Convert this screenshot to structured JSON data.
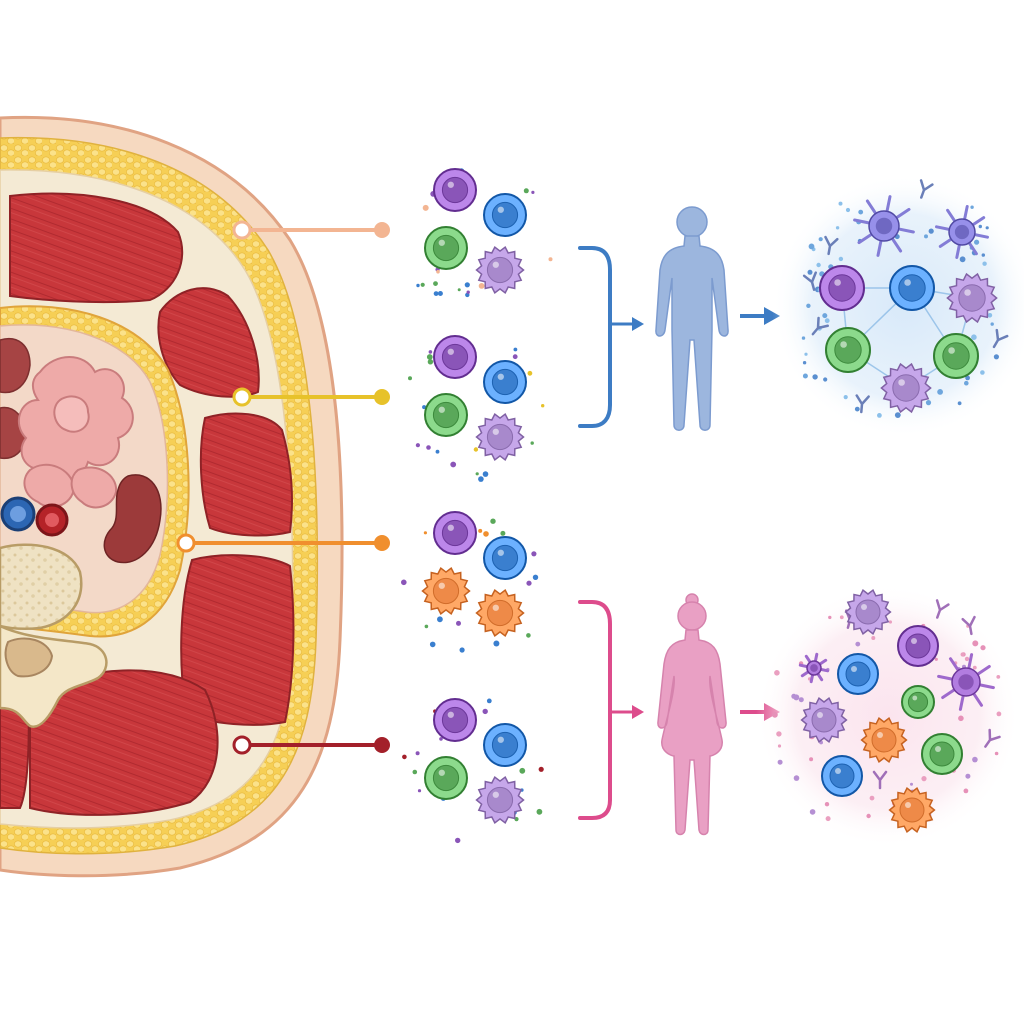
{
  "colors": {
    "background": "#ffffff",
    "skin": "#f6d9c0",
    "skin_outline": "#e0a383",
    "subcutaneous_fat": "#f6cf55",
    "fat_droplet": "#fbe48a",
    "muscle": "#c8373b",
    "muscle_dark": "#a8282d",
    "fascia": "#f4ead4",
    "intestine": "#eeaaa8",
    "kidney": "#9c3a3a",
    "liver": "#a64444",
    "vein": "#2c66b3",
    "artery": "#b52328",
    "bone": "#efe2c3",
    "bone_spongy": "#e5d4aa",
    "disc": "#d9b98c",
    "connector_skin": "#f3b592",
    "connector_subcutaneous": "#e7c22a",
    "connector_visceral": "#f08f2e",
    "connector_muscle": "#a3202a",
    "cell_purple": "#8a55b8",
    "cell_blue": "#3a7fcf",
    "cell_green": "#5aa85a",
    "cell_lavender": "#a889cc",
    "cell_orange": "#ee8a48",
    "male_accent": "#3d7cc4",
    "male_figure": "#9cb6de",
    "female_accent": "#dd4c8c",
    "female_figure": "#e9a0c4",
    "cloud_blue": "#cfe3f7",
    "cloud_pink": "#f9dbe8"
  },
  "cross_section": {
    "description_icon": "abdominal-cross-section",
    "tissue_layers": [
      "skin",
      "subcutaneous-fat",
      "visceral-fat",
      "skeletal-muscle"
    ]
  },
  "rows": [
    {
      "tissue": "skin",
      "connector_color": "#f3b592",
      "cells": [
        "cell_purple",
        "cell_blue",
        "cell_green",
        "cell_lavender"
      ]
    },
    {
      "tissue": "subcutaneous-fat",
      "connector_color": "#e7c22a",
      "cells": [
        "cell_purple",
        "cell_blue",
        "cell_green",
        "cell_lavender"
      ]
    },
    {
      "tissue": "visceral-fat",
      "connector_color": "#f08f2e",
      "cells": [
        "cell_purple",
        "cell_blue",
        "cell_orange",
        "cell_orange"
      ]
    },
    {
      "tissue": "skeletal-muscle",
      "connector_color": "#a3202a",
      "cells": [
        "cell_purple",
        "cell_blue",
        "cell_green",
        "cell_lavender"
      ]
    }
  ],
  "groups": [
    {
      "sex": "male",
      "icon": "male-body-icon",
      "accent": "#3d7cc4",
      "figure": "#9cb6de",
      "cloud": "#cfe3f7",
      "cloud_cells": [
        "cell_purple",
        "cell_blue",
        "cell_lavender",
        "cell_green",
        "cell_green",
        "cell_lavender"
      ]
    },
    {
      "sex": "female",
      "icon": "female-body-icon",
      "accent": "#dd4c8c",
      "figure": "#e9a0c4",
      "cloud": "#f9dbe8",
      "cloud_cells": [
        "cell_lavender",
        "cell_purple",
        "cell_blue",
        "cell_green",
        "cell_lavender",
        "cell_orange",
        "cell_green",
        "cell_blue",
        "cell_orange"
      ]
    }
  ]
}
